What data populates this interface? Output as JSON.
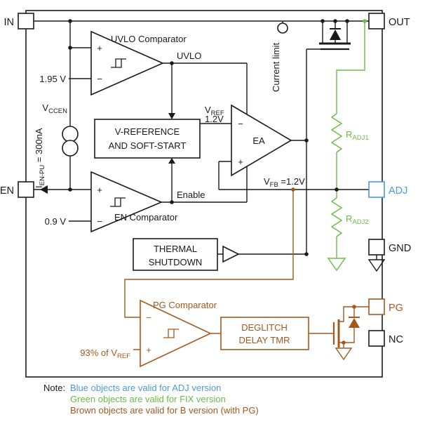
{
  "colors": {
    "black": "#1a1a1a",
    "blue": "#4d9bd5",
    "green": "#6abb46",
    "brown": "#a2591e"
  },
  "pins": {
    "in": "IN",
    "out": "OUT",
    "en": "EN",
    "adj": "ADJ",
    "gnd": "GND",
    "pg": "PG",
    "nc": "NC"
  },
  "blocks": {
    "uvlo_comparator": "UVLO Comparator",
    "uvlo_signal": "UVLO",
    "uvlo_threshold": "1.95 V",
    "vccen": {
      "base": "V",
      "sub": "CCEN"
    },
    "ien_pu": {
      "base": "I",
      "sub": "EN-PU",
      "rest": " = 300nA"
    },
    "vref_box_line1": "V-REFERENCE",
    "vref_box_line2": "AND SOFT-START",
    "vref_label": {
      "base": "V",
      "sub": "REF"
    },
    "vref_value": "1.2V",
    "ea": "EA",
    "en_comparator": "EN Comparator",
    "enable_signal": "Enable",
    "en_threshold": "0.9 V",
    "thermal_line1": "THERMAL",
    "thermal_line2": "SHUTDOWN",
    "current_limit": "Current limit",
    "vfb": {
      "base": "V",
      "sub": "FB",
      "rest": " =1.2V"
    },
    "radj1": {
      "base": "R",
      "sub": "ADJ1"
    },
    "radj2": {
      "base": "R",
      "sub": "ADJ2"
    },
    "pg_comparator": "PG Comparator",
    "pg_threshold": {
      "pre": "93% of V",
      "sub": "REF"
    },
    "deglitch_line1": "DEGLITCH",
    "deglitch_line2": "DELAY TMR",
    "plus": "+",
    "minus": "−"
  },
  "note": {
    "label": "Note:",
    "blue": "Blue objects are valid for ADJ version",
    "green": "Green objects are valid for FIX version",
    "brown": "Brown objects are valid for B version (with PG)"
  }
}
